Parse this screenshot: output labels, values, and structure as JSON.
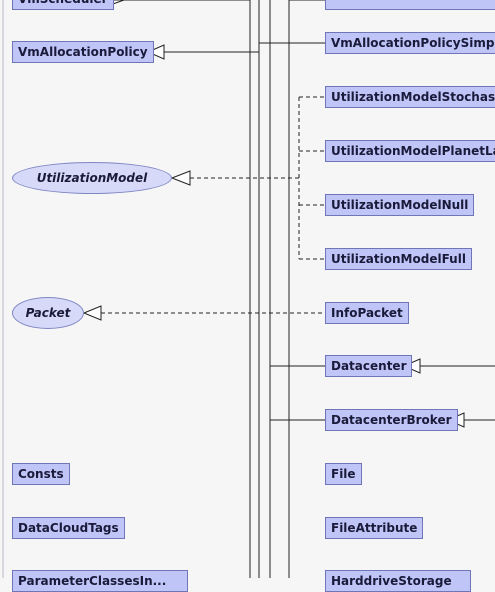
{
  "diagram": {
    "left_column": {
      "top_cut": "VmScheduler",
      "vm_allocation_policy": "VmAllocationPolicy",
      "utilization_model": "UtilizationModel",
      "packet": "Packet",
      "consts": "Consts",
      "data_cloud_tags": "DataCloudTags",
      "bottom_cut": "ParameterClassesIn..."
    },
    "right_column": {
      "vm_allocation_policy_simple": "VmAllocationPolicySimple",
      "utilization_model_stochastic": "UtilizationModelStochastic",
      "utilization_model_planetlab": "UtilizationModelPlanetLab",
      "utilization_model_null": "UtilizationModelNull",
      "utilization_model_full": "UtilizationModelFull",
      "info_packet": "InfoPacket",
      "datacenter": "Datacenter",
      "datacenter_broker": "DatacenterBroker",
      "file": "File",
      "file_attribute": "FileAttribute",
      "bottom_cut": "HarddriveStorage"
    },
    "colors": {
      "class_fill": "#c0c5f7",
      "class_border": "#6f76b8",
      "interface_fill": "#d6d9f8",
      "edge": "#222222",
      "background": "#f6f6f7"
    }
  }
}
